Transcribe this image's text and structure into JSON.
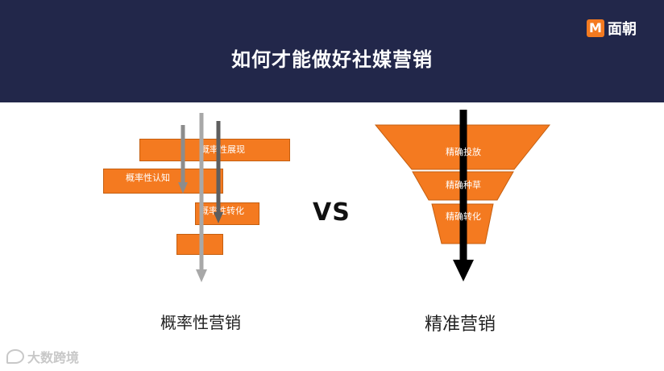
{
  "header": {
    "title": "如何才能做好社媒营销",
    "brand_mark": "M",
    "brand_name": "面朝"
  },
  "left": {
    "bars": [
      "概率性展现",
      "概率性认知",
      "概率性转化",
      ""
    ],
    "caption": "概率性营销"
  },
  "vs": "VS",
  "right": {
    "funnel": [
      "精确投放",
      "精确种草",
      "精确转化"
    ],
    "caption": "精准营销"
  },
  "watermark": "大数跨境",
  "colors": {
    "header_bg": "#22274a",
    "accent": "#f47a20",
    "arrow_gray": "#999999",
    "arrow_dark": "#666666"
  }
}
